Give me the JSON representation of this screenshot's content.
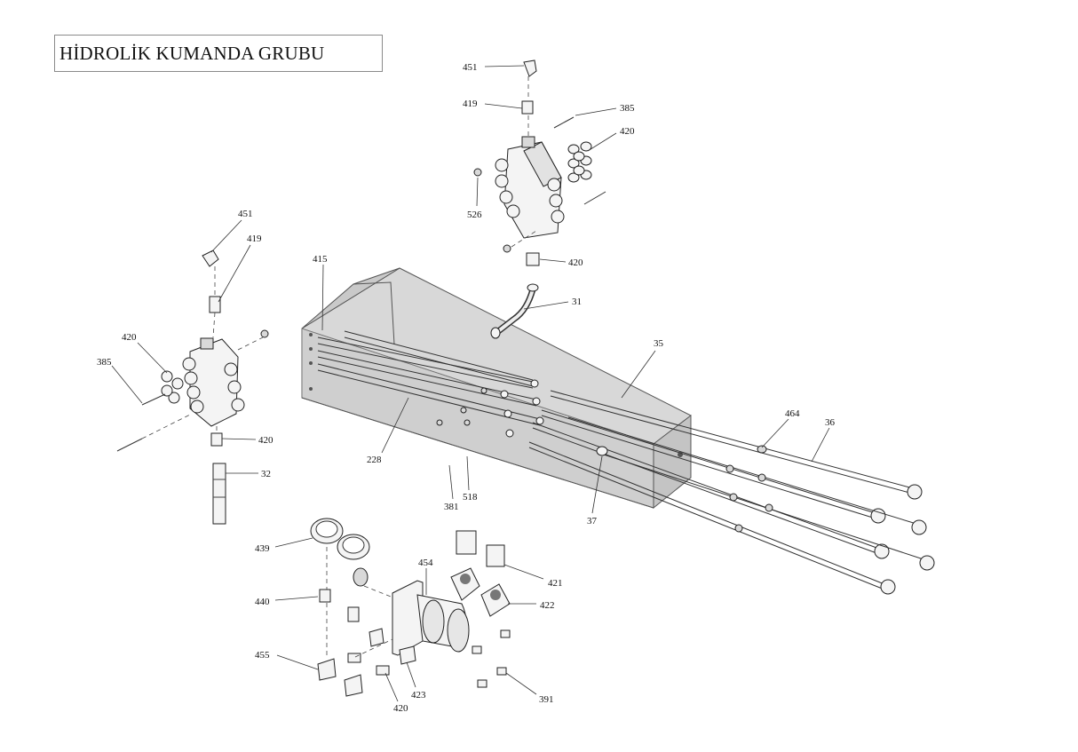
{
  "title": "HİDROLİK KUMANDA GRUBU",
  "callouts": {
    "c451a": "451",
    "c419a": "419",
    "c385a": "385",
    "c420a": "420",
    "c526": "526",
    "c420b": "420",
    "c31": "31",
    "c451b": "451",
    "c419b": "419",
    "c420c": "420",
    "c385b": "385",
    "c420d": "420",
    "c32": "32",
    "c415": "415",
    "c35": "35",
    "c464": "464",
    "c36": "36",
    "c228": "228",
    "c381": "381",
    "c518": "518",
    "c37": "37",
    "c439": "439",
    "c440": "440",
    "c455": "455",
    "c454": "454",
    "c421": "421",
    "c422": "422",
    "c391": "391",
    "c423": "423",
    "c420e": "420"
  }
}
